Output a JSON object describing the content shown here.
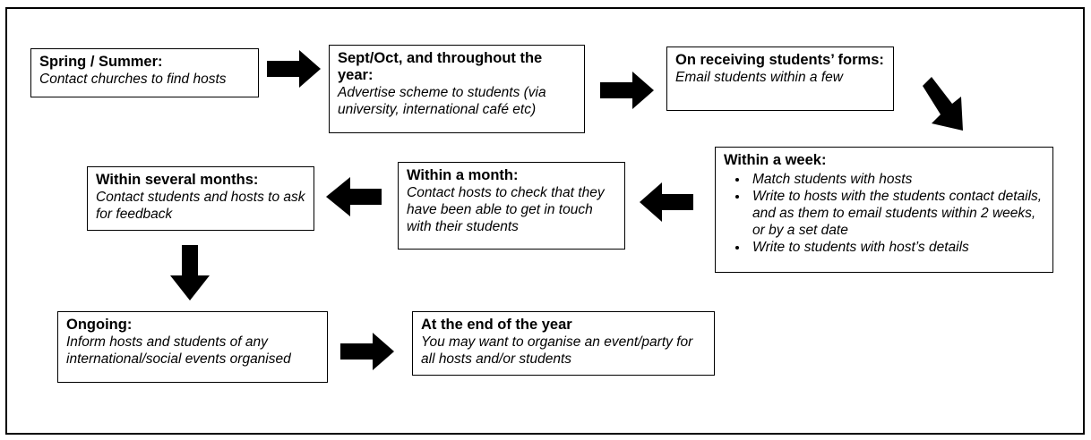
{
  "steps": [
    {
      "id": "spring",
      "title": "Spring / Summer:",
      "text": "Contact churches to find hosts"
    },
    {
      "id": "sept",
      "title": "Sept/Oct, and throughout the year:",
      "text": "Advertise scheme to students (via university, international café etc)"
    },
    {
      "id": "receiving",
      "title": "On receiving students’ forms:",
      "text": "Email students within a few"
    },
    {
      "id": "week",
      "title": "Within a week:",
      "items": [
        "Match students with hosts",
        "Write to hosts with the students contact details, and as them to email students within 2 weeks, or by a set date",
        "Write to students with host’s details"
      ]
    },
    {
      "id": "month",
      "title": "Within a month:",
      "text": "Contact hosts to check that they have been able to get in touch with their students"
    },
    {
      "id": "several",
      "title": "Within several months:",
      "text": "Contact students and hosts to ask for feedback"
    },
    {
      "id": "ongoing",
      "title": "Ongoing:",
      "text": "Inform hosts and students of any international/social events organised"
    },
    {
      "id": "end",
      "title": "At the end of the year",
      "text": "You may want to organise an event/party for all hosts and/or students"
    }
  ],
  "colors": {
    "border": "#000000",
    "arrow": "#000000",
    "background": "#ffffff"
  }
}
